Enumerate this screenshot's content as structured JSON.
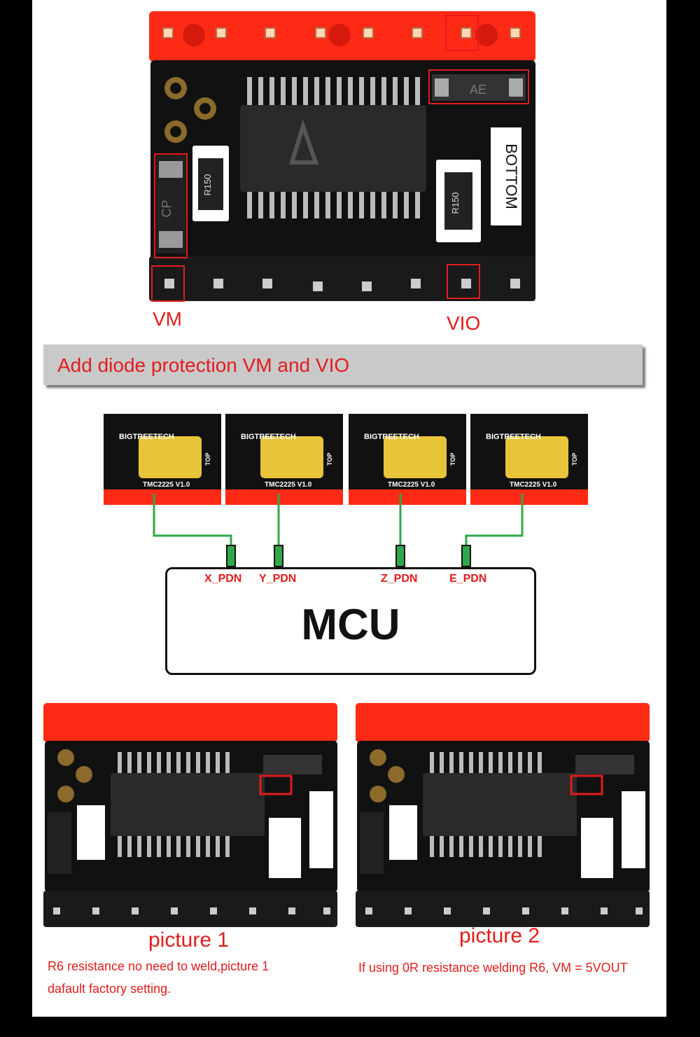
{
  "top_board": {
    "pcb_texts": [
      "AE",
      "BOTTOM",
      "CP",
      "R150",
      "R150"
    ],
    "label_vm": "VM",
    "label_vio": "VIO"
  },
  "banner": {
    "text": "Add diode protection VM and VIO"
  },
  "wiring": {
    "drivers": [
      {
        "brand": "BIGTREETECH",
        "model": "TMC2225 V1.0",
        "side": "TOP"
      },
      {
        "brand": "BIGTREETECH",
        "model": "TMC2225 V1.0",
        "side": "TOP"
      },
      {
        "brand": "BIGTREETECH",
        "model": "TMC2225 V1.0",
        "side": "TOP"
      },
      {
        "brand": "BIGTREETECH",
        "model": "TMC2225 V1.0",
        "side": "TOP"
      }
    ],
    "pins": [
      "X_PDN",
      "Y_PDN",
      "Z_PDN",
      "E_PDN"
    ],
    "mcu_label": "MCU"
  },
  "pictures": [
    {
      "title": "picture 1",
      "caption_line1": "R6 resistance no need to weld,picture 1",
      "caption_line2": "dafault factory setting."
    },
    {
      "title": "picture 2",
      "caption_line1": "If using 0R resistance welding R6, VM = 5VOUT",
      "caption_line2": ""
    }
  ],
  "colors": {
    "header_red": "#ff2a16",
    "highlight": "#e31c1c",
    "wire_green": "#2fa84a",
    "pcb_black": "#111111",
    "gold": "#e7c43a"
  }
}
